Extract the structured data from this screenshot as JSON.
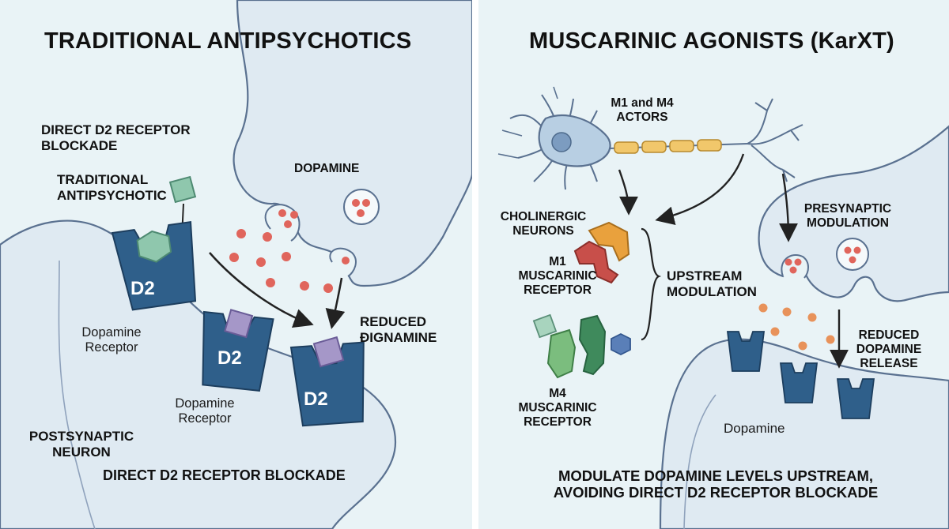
{
  "left": {
    "title": "TRADITIONAL ANTIPSYCHOTICS",
    "direct_d2_label_line1": "DIRECT D2 RECEPTOR",
    "direct_d2_label_line2": "BLOCKADE",
    "antipsychotic_line1": "TRADITIONAL",
    "antipsychotic_line2": "ANTIPSYCHOTIC",
    "dopamine_label": "DOPAMINE",
    "reduced_line1": "REDUCED",
    "reduced_line2": "ÐIGNAMINE",
    "receptor_1_line1": "Dopamine",
    "receptor_1_line2": "Receptor",
    "receptor_2_line1": "Dopamine",
    "receptor_2_line2": "Receptor",
    "d2_text": "D2",
    "postsynaptic_line1": "POSTSYNAPTIC",
    "postsynaptic_line2": "NEURON",
    "bottom_caption": "DIRECT D2 RECEPTOR BLOCKADE"
  },
  "right": {
    "title": "MUSCARINIC AGONISTS (KarXT)",
    "actors_line1": "M1 and M4",
    "actors_line2": "ACTORS",
    "cholinergic_line1": "CHOLINERGIC",
    "cholinergic_line2": "NEURONS",
    "m1_line1": "M1",
    "m1_line2": "MUSCARINIC",
    "m1_line3": "RECEPTOR",
    "upstream_line1": "UPSTREAM",
    "upstream_line2": "MODULATION",
    "m4_line1": "M4",
    "m4_line2": "MUSCARINIC",
    "m4_line3": "RECEPTOR",
    "presynaptic_line1": "PRESYNAPTIC",
    "presynaptic_line2": "MODULATION",
    "reduced_line1": "REDUCED",
    "reduced_line2": "DOPAMINE",
    "reduced_line3": "RELEASE",
    "dopamine_label": "Dopamine",
    "caption_line1": "MODULATE DOPAMINE LEVELS UPSTREAM,",
    "caption_line2": "AVOIDING DIRECT D2 RECEPTOR BLOCKADE"
  },
  "colors": {
    "background": "#e9f3f6",
    "membrane_fill": "#dfeaf2",
    "membrane_stroke": "#5a7190",
    "receptor_blue": "#2f5f8a",
    "dopamine_dot": "#e0655c",
    "drug_green": "#8fc7ad",
    "drug_purple": "#a597c8",
    "m1_orange": "#e9a13d",
    "m1_red": "#c84f4a",
    "m4_green": "#5aa86a",
    "m4_blue": "#5a7fb8",
    "axon_yellow": "#f1c76b",
    "neuron_blue": "#b8cfe3"
  }
}
